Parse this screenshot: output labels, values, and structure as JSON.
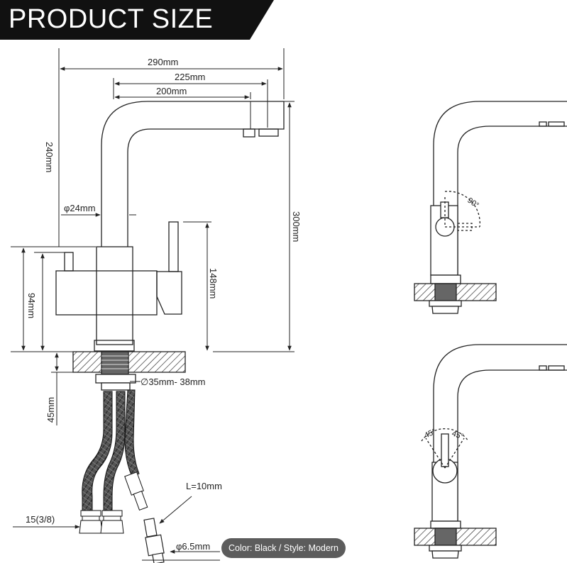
{
  "header": {
    "title": "PRODUCT SIZE"
  },
  "dimensions": {
    "overall_reach": "290mm",
    "spout_reach": "225mm",
    "spout_reach_inner": "200mm",
    "spout_height": "240mm",
    "total_height": "300mm",
    "body_diameter": "φ24mm",
    "handle_height": "148mm",
    "base_height": "94mm",
    "shank_length": "45mm",
    "mount_hole": "∅35mm- 38mm",
    "hose_length_note": "L=10mm",
    "inlet_thread": "15(3/8)",
    "pipe_diameter": "φ6.5mm"
  },
  "angles": {
    "handle_rotation": "90°",
    "swing_left": "45°",
    "swing_right": "45°"
  },
  "variant_label": "Color: Black / Style: Modern"
}
